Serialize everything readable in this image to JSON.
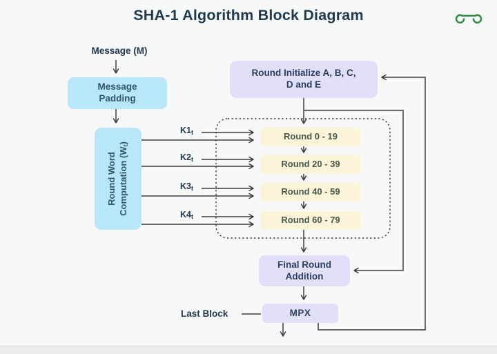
{
  "header": {
    "title": "SHA-1 Algorithm Block Diagram"
  },
  "logo": {
    "name": "geeksforgeeks-logo",
    "color": "#2f8d46"
  },
  "nodes": {
    "message_label": "Message (M)",
    "message_padding": "Message Padding",
    "round_word": {
      "text": "Round Word Computation (W",
      "sub": "t",
      "close": ")"
    },
    "round_initialize": "Round Initialize A, B, C, D and E",
    "final_round_addition": "Final Round Addition",
    "mpx": "MPX",
    "last_block": "Last Block"
  },
  "k_inputs": [
    {
      "base": "K1",
      "sub": "t"
    },
    {
      "base": "K2",
      "sub": "t"
    },
    {
      "base": "K3",
      "sub": "t"
    },
    {
      "base": "K4",
      "sub": "t"
    }
  ],
  "rounds": [
    "Round 0 - 19",
    "Round 20 - 39",
    "Round 40 - 59",
    "Round 60 - 79"
  ],
  "colors": {
    "background": "#f7f8f8",
    "blue_box": "#b9e7fa",
    "purple_box": "#e2dff9",
    "yellow_box": "#fcf4d8",
    "line": "#3a3a3a",
    "title_text": "#1d3a4f",
    "blue_box_text": "#33566d",
    "purple_box_text": "#2c3e63",
    "yellow_box_text": "#47584d",
    "logo_green": "#2f8d46"
  }
}
